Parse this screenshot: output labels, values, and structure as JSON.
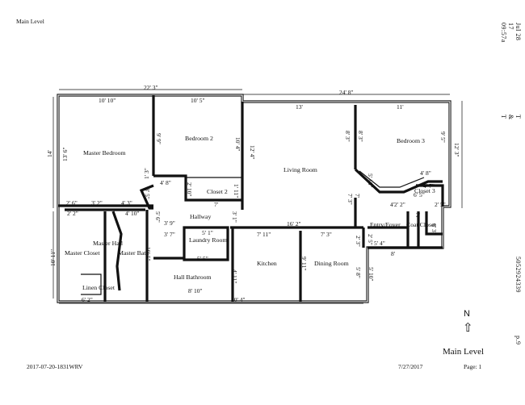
{
  "header": {
    "title": "Main Level"
  },
  "side": {
    "fax_stamp": "Jul 28 17 09:57a",
    "company": "T & T",
    "phone": "5052924339",
    "page": "p.9"
  },
  "footer": {
    "file_id": "2017-07-20-1831WRV",
    "date": "7/27/2017",
    "page": "Page: 1",
    "level_label": "Main Level"
  },
  "compass": {
    "letter": "N",
    "arrow": "⇧"
  },
  "rooms": {
    "master_bedroom": "Master Bedroom",
    "bedroom2": "Bedroom 2",
    "closet2": "Closet 2",
    "living_room": "Living Room",
    "bedroom3": "Bedroom 3",
    "closet3": "Closet 3",
    "hallway": "Hallway",
    "laundry": "Laundry Room",
    "master_hall": "Master Hall",
    "master_closet": "Master Closet",
    "master_bath": "Master Bath",
    "linen_closet": "Linen Closet",
    "hall_bathroom": "Hall Bathroom",
    "kitchen": "Kitchen",
    "dining_room": "Dining Room",
    "entry_foyer": "Entry/Foyer",
    "coat_closet": "Coat Closet"
  },
  "dims": {
    "top_left_total": "22' 3\"",
    "top_right_total": "24' 8\"",
    "mb_width": "10' 10\"",
    "bd2_width": "10' 5\"",
    "lr_width": "13'",
    "bd3_width": "11'",
    "mb_outer_h": "14'",
    "mb_inner_h": "13' 6\"",
    "bd2_left_h": "9' 9\"",
    "bd2_right_h": "10' 4\"",
    "lr_left_h": "12' 4\"",
    "lr_right_top": "8' 3\"",
    "bd3_left_h": "8' 3\"",
    "bd3_right_h": "9' 5\"",
    "right_outer_h": "12' 3\"",
    "bd3_diag1": "4' 8\"",
    "bd3_diag2": "5' 10\"",
    "bd3_diag3": "4' 7\"",
    "bd3_small": "6' 5\"",
    "bd2_small1": "4' 8\"",
    "bd2_small2": "2' 10\"",
    "closet2_w": "7'",
    "closet2_side": "1' 11\"",
    "hall_left1": "1' 3\"",
    "hall_left2": "3' 5\"",
    "lr_mid_h": "7' 3\"",
    "lr_right_mid": "7'",
    "left_b1": "2' 6\"",
    "left_b2": "3' 2\"",
    "left_b3": "4' 3\"",
    "mc_top": "2' 2\"",
    "mbath_top": "4' 10\"",
    "hall_v1": "5' 6\"",
    "hall_39": "3' 9\"",
    "hall_37": "3' 7\"",
    "laundry_w": "5' 1\"",
    "laundry_b": "5' 5\"",
    "laundry_side": "3' 1\"",
    "mbath_h": "10' 5\"",
    "left_outer_h": "10' 11\"",
    "kitchen_top_total": "16' 2\"",
    "kitchen_w": "7' 11\"",
    "dining_w": "7' 3\"",
    "kitchen_h": "4' 11\"",
    "dining_left_h": "9' 11\"",
    "dining_right_h": "5' 8\"",
    "dining_2_3": "2' 3\"",
    "entry_h": "5' 10\"",
    "entry_left": "2' 5\"",
    "entry_w": "5' 4\"",
    "entry_b": "8'",
    "coat_2": "2'",
    "coat_h": "6' 3\"",
    "coat_r1": "2' 2\"",
    "coat_r2": "2' 5\"",
    "coat_r3": "4'",
    "bot_left": "6' 2\"",
    "bot_total": "30' 4\"",
    "hb_w": "8' 10\""
  }
}
